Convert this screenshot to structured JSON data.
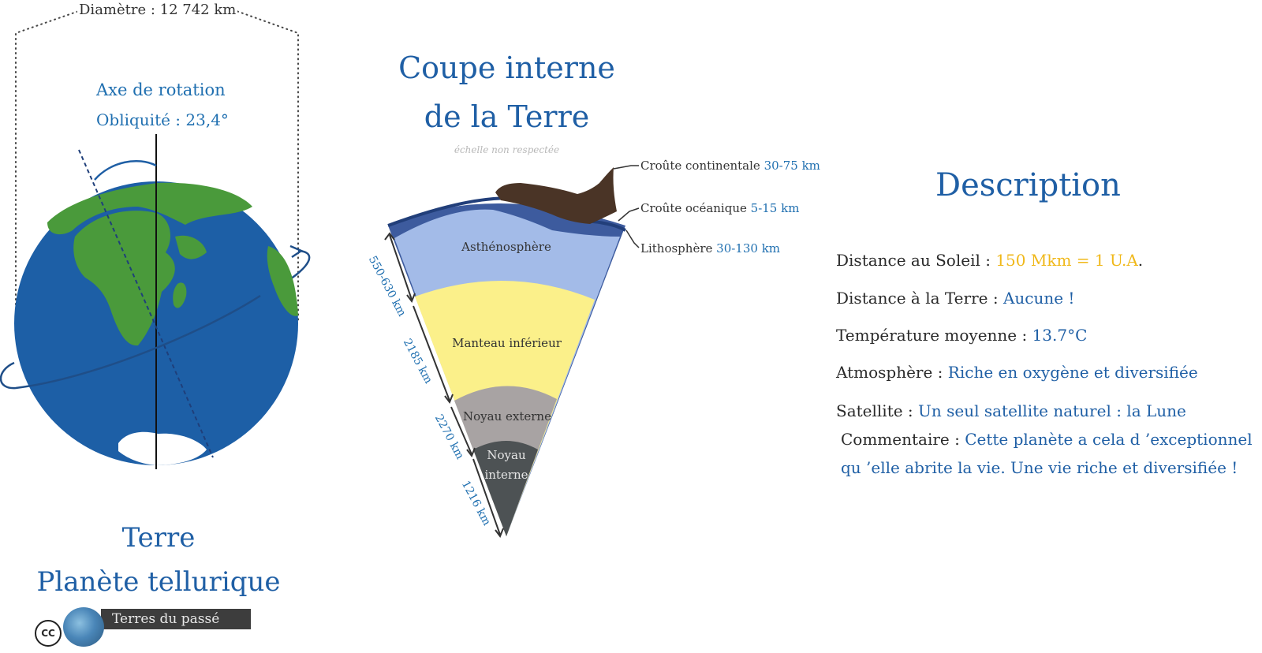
{
  "earth": {
    "diameter_label": "Diamètre : 12 742 km",
    "axis_title": "Axe de rotation",
    "obliquity_label": "Obliquité : 23,4°",
    "title": "Terre",
    "subtitle": "Planète tellurique"
  },
  "logo": {
    "cc": "CC",
    "text": "Terres du passé"
  },
  "coupe": {
    "title_line1": "Coupe interne",
    "title_line2": "de la Terre",
    "scale_note": "échelle non respectée",
    "layers": {
      "asthenosphere": "Asthénosphère",
      "lower_mantle": "Manteau inférieur",
      "outer_core": "Noyau externe",
      "inner_core_line1": "Noyau",
      "inner_core_line2": "interne"
    },
    "crust_labels": {
      "continental_name": "Croûte continentale",
      "continental_value": "30-75 km",
      "oceanic_name": "Croûte océanique",
      "oceanic_value": "5-15 km",
      "lithosphere_name": "Lithosphère",
      "lithosphere_value": "30-130 km"
    },
    "depths": [
      "550-630 km",
      "2185 km",
      "2270 km",
      "1216 km"
    ],
    "colors": {
      "asthenosphere": "#a3bbe8",
      "lower_mantle": "#fbf08a",
      "outer_core": "#a8a3a3",
      "inner_core": "#4d5254",
      "lithosphere": "#3d5b9e",
      "continental_crust": "#4a3426"
    }
  },
  "description": {
    "title": "Description",
    "rows": [
      {
        "label": "Distance au Soleil : ",
        "value": "150 Mkm = 1 U.A",
        "tail": "."
      },
      {
        "label": "Distance à la Terre : ",
        "value": "Aucune !"
      },
      {
        "label": "Température moyenne : ",
        "value": "13.7°C"
      },
      {
        "label": "Atmosphère : ",
        "value": "Riche en oxygène et diversifiée"
      },
      {
        "label": "Satellite : ",
        "value": "Un seul satellite naturel : la Lune"
      },
      {
        "label": "Commentaire : ",
        "value": "Cette planète a cela d ’exceptionnel"
      },
      {
        "value": "qu ’elle abrite la vie. Une vie riche et diversifiée !"
      }
    ]
  }
}
